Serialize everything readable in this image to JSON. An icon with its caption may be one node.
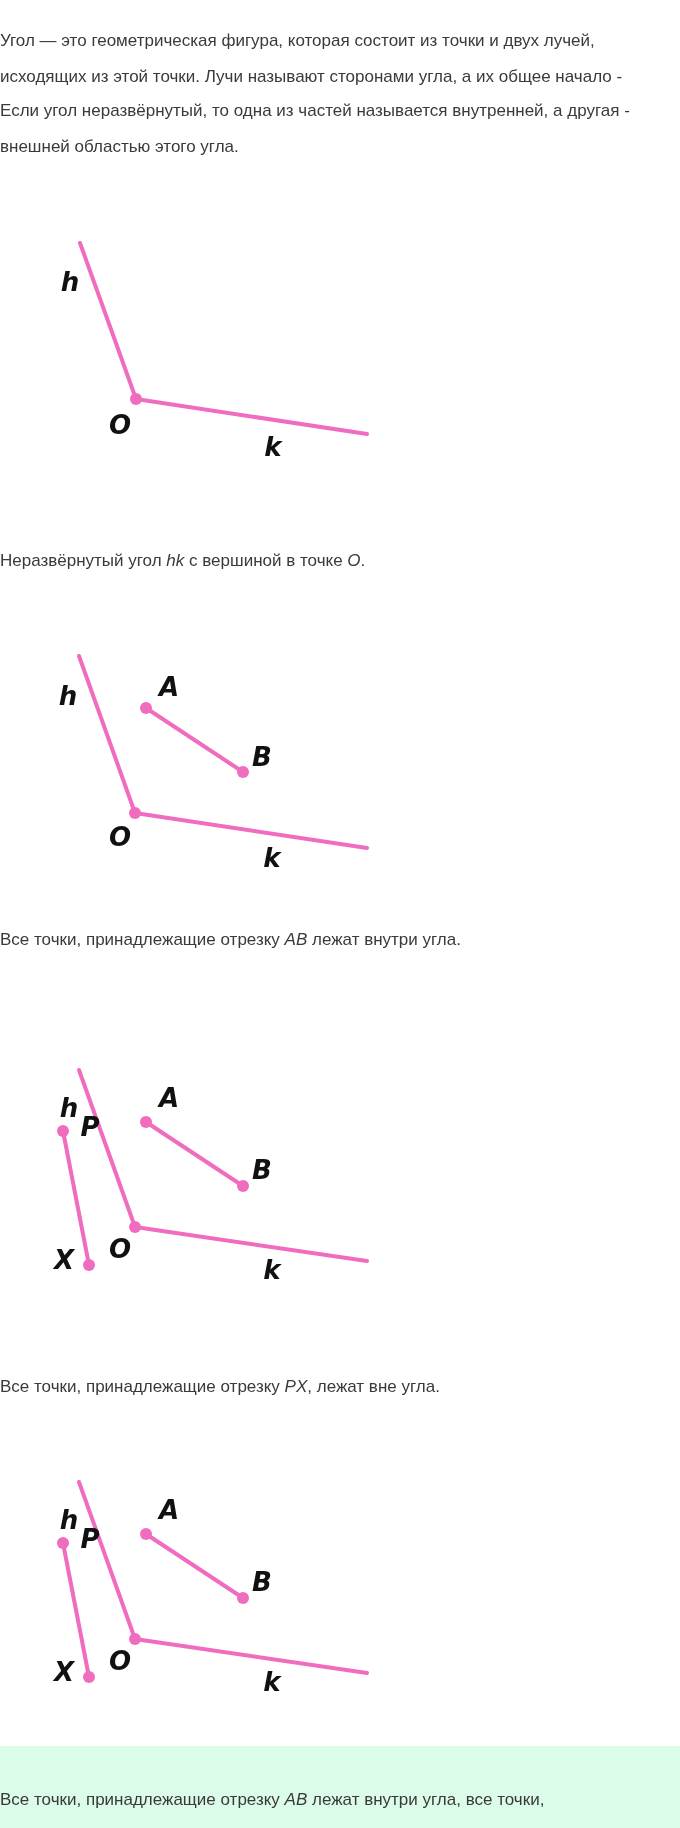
{
  "diagram": {
    "labels": [
      "Угол — это геометрическая фигура, которая состоит из точки и двух лучей, исходящих из этой точки. Лучи называют сторонами угла, а их общее начало -",
      "Если угол неразвёрнутый, то одна из частей называется внутренней, а другая - внешней областью этого угла.",
      "h",
      "O",
      "k",
      "Неразвёрнутый угол *hk* с вершиной в точке *O*.",
      "h",
      "A",
      "B",
      "O",
      "k",
      "Все точки, принадлежащие отрезку *AB* лежат внутри угла.",
      "h",
      "A",
      "P",
      "B",
      "X",
      "O",
      "k",
      "Все точки, принадлежащие отрезку *PX*, лежат вне угла.",
      "h",
      "A",
      "P",
      "B",
      "X",
      "O",
      "k",
      "Все точки, принадлежащие отрезку *AB* лежат внутри угла, все точки,"
    ]
  }
}
